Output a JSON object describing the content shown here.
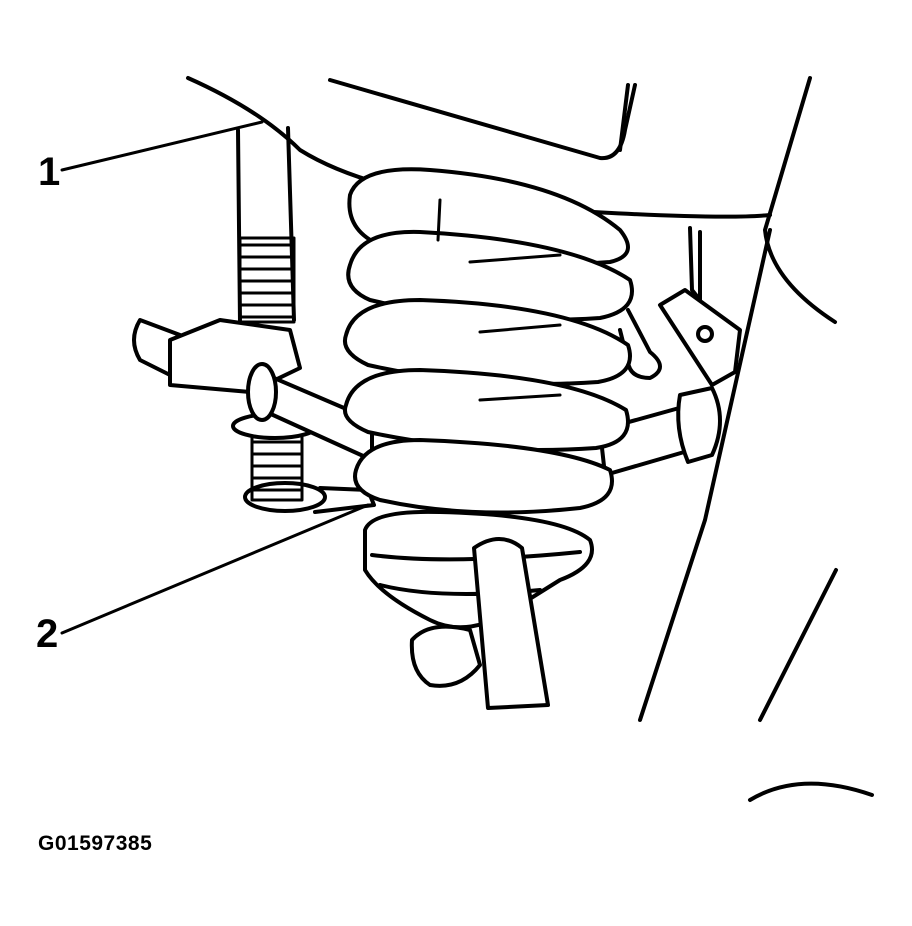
{
  "figure": {
    "id_label": "G01597385"
  },
  "callouts": [
    {
      "label": "1"
    },
    {
      "label": "2"
    }
  ],
  "colors": {
    "ink": "#000000",
    "background": "#ffffff"
  }
}
